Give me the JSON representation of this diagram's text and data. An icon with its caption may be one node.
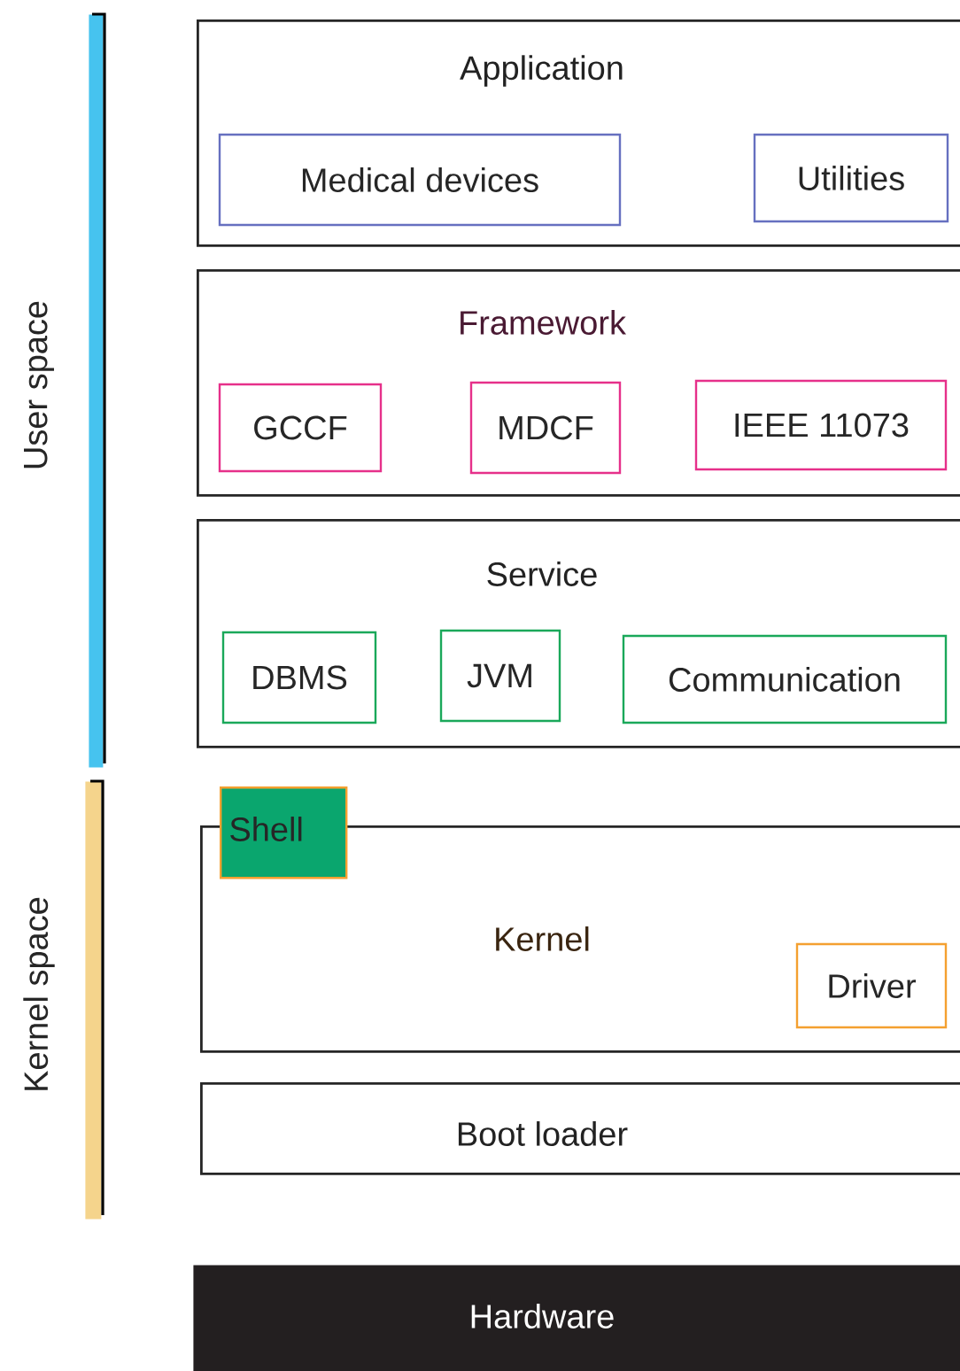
{
  "diagram": {
    "nodes": [
      {
        "text": [
          "Application"
        ]
      },
      {
        "text": [
          "Medical devices"
        ],
        "in": 0
      },
      {
        "text": [
          "Utilities"
        ],
        "in": 0
      },
      {
        "text": [
          "Framework"
        ]
      },
      {
        "text": [
          "GCCF"
        ],
        "in": 3
      },
      {
        "text": [
          "MDCF"
        ],
        "in": 3
      },
      {
        "text": [
          "IEEE 11073"
        ],
        "in": 3
      },
      {
        "text": [
          "Service"
        ]
      },
      {
        "text": [
          "DBMS"
        ],
        "in": 7
      },
      {
        "text": [
          "JVM"
        ],
        "in": 7
      },
      {
        "text": [
          "Communication"
        ],
        "in": 7
      },
      {
        "text": [
          "Kernel"
        ]
      },
      {
        "text": [
          "Shell"
        ]
      },
      {
        "text": [
          "Driver"
        ],
        "in": 11
      },
      {
        "text": [
          "Boot loader"
        ]
      },
      {
        "text": [
          "Hardware"
        ]
      },
      {
        "text": [
          "User space"
        ]
      },
      {
        "text": [
          "Kernel space"
        ]
      }
    ]
  }
}
